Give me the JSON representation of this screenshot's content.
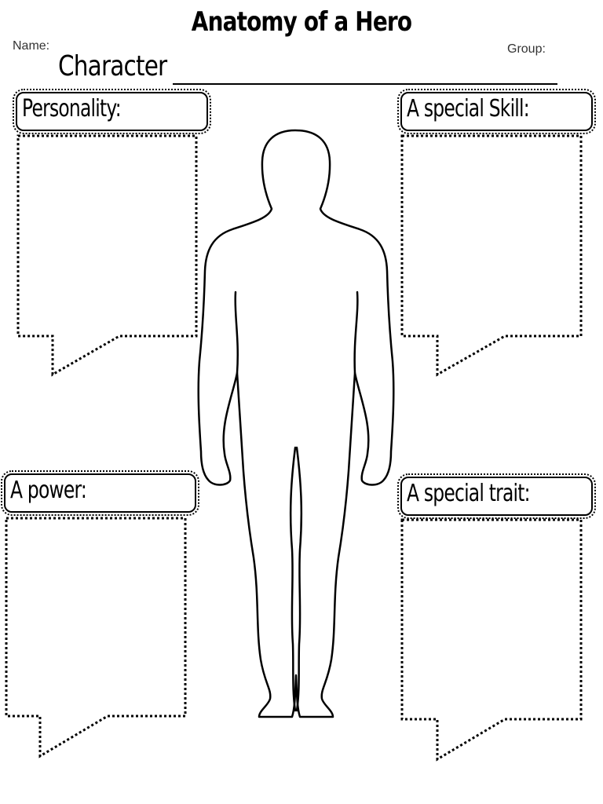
{
  "worksheet": {
    "title": "Anatomy of a Hero",
    "name_label": "Name:",
    "group_label": "Group:",
    "character_label": "Character"
  },
  "sections": {
    "personality": {
      "label": "Personality:",
      "content": ""
    },
    "special_skill": {
      "label": "A special Skill:",
      "content": ""
    },
    "power": {
      "label": "A power:",
      "content": ""
    },
    "special_trait": {
      "label": "A special trait:",
      "content": ""
    }
  },
  "illustration": {
    "subject": "human body outline"
  }
}
